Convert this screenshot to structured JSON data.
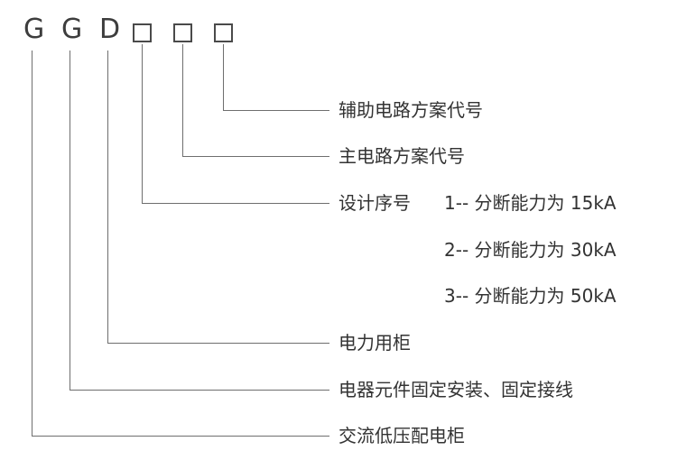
{
  "code": {
    "letters": [
      "G",
      "G",
      "D"
    ]
  },
  "labels": {
    "aux_circuit": "辅助电路方案代号",
    "main_circuit": "主电路方案代号",
    "design_serial_title": "设计序号",
    "design_option_1": "1-- 分断能力为 15kA",
    "design_option_2": "2-- 分断能力为 30kA",
    "design_option_3": "3-- 分断能力为 50kA",
    "power_cabinet": "电力用柜",
    "fixed_wiring": "电器元件固定安装、固定接线",
    "ac_low_voltage": "交流低压配电柜"
  },
  "colors": {
    "line": "#6e6e6e",
    "text": "#333333",
    "background": "#ffffff"
  }
}
